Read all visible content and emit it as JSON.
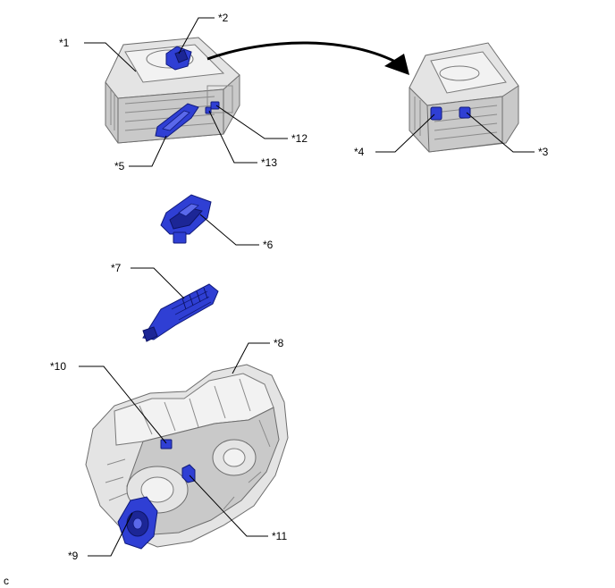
{
  "figure_code": "c",
  "callouts": {
    "c1": "*1",
    "c2": "*2",
    "c3": "*3",
    "c4": "*4",
    "c5": "*5",
    "c6": "*6",
    "c7": "*7",
    "c8": "*8",
    "c9": "*9",
    "c10": "*10",
    "c11": "*11",
    "c12": "*12",
    "c13": "*13"
  },
  "colors": {
    "highlight": "#2f3fd4",
    "part_body": "#e4e4e4",
    "outline": "#6d6d6d",
    "leader": "#000000",
    "arrow": "#000000"
  }
}
